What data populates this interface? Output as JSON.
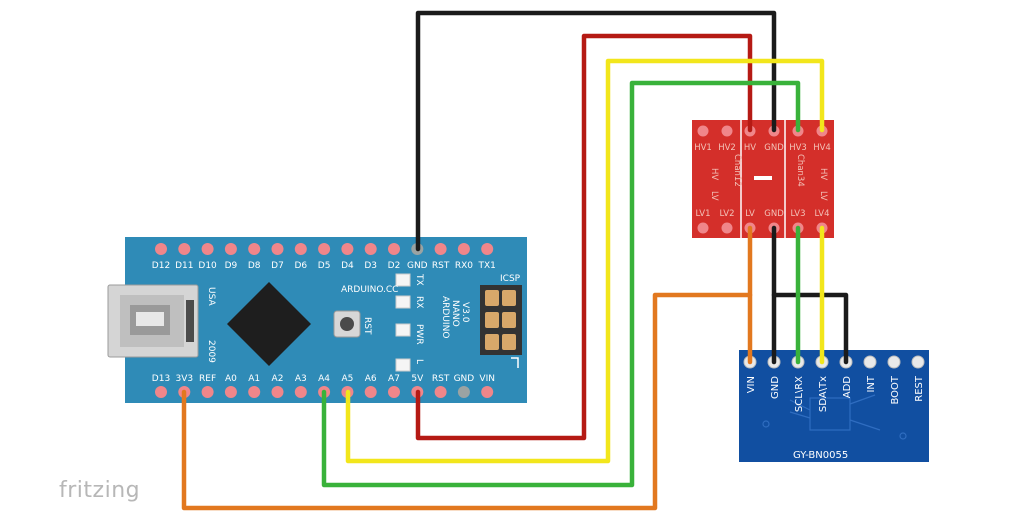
{
  "brand": "fritzing",
  "nano": {
    "top_pins": [
      "D12",
      "D11",
      "D10",
      "D9",
      "D8",
      "D7",
      "D6",
      "D5",
      "D4",
      "D3",
      "D2",
      "GND",
      "RST",
      "RX0",
      "TX1"
    ],
    "bottom_pins": [
      "D13",
      "3V3",
      "REF",
      "A0",
      "A1",
      "A2",
      "A3",
      "A4",
      "A5",
      "A6",
      "A7",
      "5V",
      "RST",
      "GND",
      "VIN"
    ],
    "usa": "USA",
    "year": "2009",
    "brand_label": "ARDUINO.CC",
    "model_line1": "ARDUINO",
    "model_line2": "NANO",
    "model_line3": "V3.0",
    "rst_label": "RST",
    "icsp": "ICSP",
    "led_labels": [
      "TX",
      "RX",
      "PWR",
      "L"
    ]
  },
  "level_shifter": {
    "top_pins": [
      "HV1",
      "HV2",
      "HV",
      "GND",
      "HV3",
      "HV4"
    ],
    "bottom_pins": [
      "LV1",
      "LV2",
      "LV",
      "GND",
      "LV3",
      "LV4"
    ],
    "left_hv": "HV",
    "left_lv": "LV",
    "right_hv": "HV",
    "right_lv": "LV",
    "chan12": "Chan12",
    "chan34": "Chan34"
  },
  "bno": {
    "pins": [
      "VIN",
      "GND",
      "SCL\\RX",
      "SDA\\Tx",
      "ADD",
      "INT",
      "BOOT",
      "REST"
    ],
    "title": "GY-BN0055"
  },
  "colors": {
    "nano_board": "#2f8bb7",
    "shifter_board": "#d42f2a",
    "bno_board": "#114fa1",
    "wire_black": "#1b1b1b",
    "wire_red": "#b51a14",
    "wire_yellow": "#f2e61b",
    "wire_green": "#39b23a",
    "wire_orange": "#e2781f"
  }
}
